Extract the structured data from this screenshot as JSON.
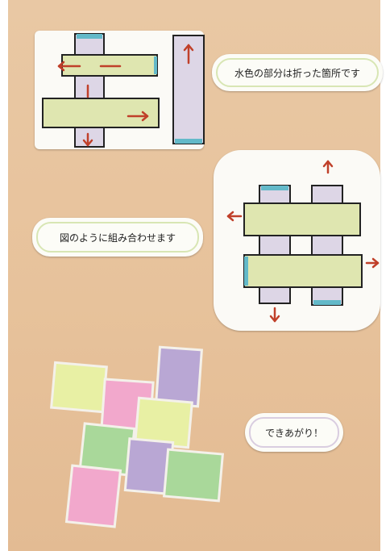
{
  "captions": {
    "folded_note": "水色の部分は折った箇所です",
    "combine_note": "図のように組み合わせます",
    "finished": "できあがり！"
  },
  "colors": {
    "board": "#e7c29b",
    "card": "#fbfaf6",
    "arrow": "#c0402a",
    "green_strip": "#dfe6b0",
    "purple_strip": "#ddd6e6",
    "blue_fold": "#63b9c9",
    "pink_square": "#f2a8cc",
    "lime_square": "#e8f0a4",
    "green_square": "#a9d89a",
    "violet_square": "#b9a7d4"
  }
}
